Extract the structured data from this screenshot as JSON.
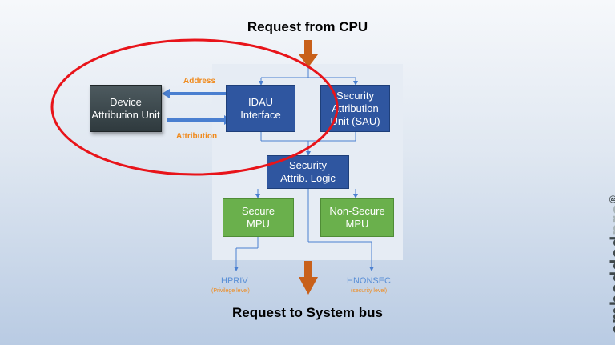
{
  "titles": {
    "top": "Request from CPU",
    "bottom": "Request to System bus"
  },
  "boxes": {
    "dau": [
      "Device",
      "Attribution Unit"
    ],
    "idau": [
      "IDAU",
      "Interface"
    ],
    "sau": [
      "Security",
      "Attribution",
      "Unit (SAU)"
    ],
    "logic": [
      "Security",
      "Attrib. Logic"
    ],
    "secure_mpu": [
      "Secure",
      "MPU"
    ],
    "nonsecure_mpu": [
      "Non-Secure",
      "MPU"
    ]
  },
  "arrow_labels": {
    "address": "Address",
    "attribution": "Attribution"
  },
  "signals": {
    "hpriv": "HPRIV",
    "hpriv_sub": "(Privilege level)",
    "hnonsec": "HNONSEC",
    "hnonsec_sub": "(security level)"
  },
  "brand": {
    "part1": "embedded",
    "part2": "pro",
    "mark": "®"
  },
  "colors": {
    "box_blue": "#2f56a0",
    "box_green": "#6ab04c",
    "arrow_orange": "#c8601a",
    "arrow_blue": "#4a7fd0",
    "circle_red": "#e8141a"
  }
}
